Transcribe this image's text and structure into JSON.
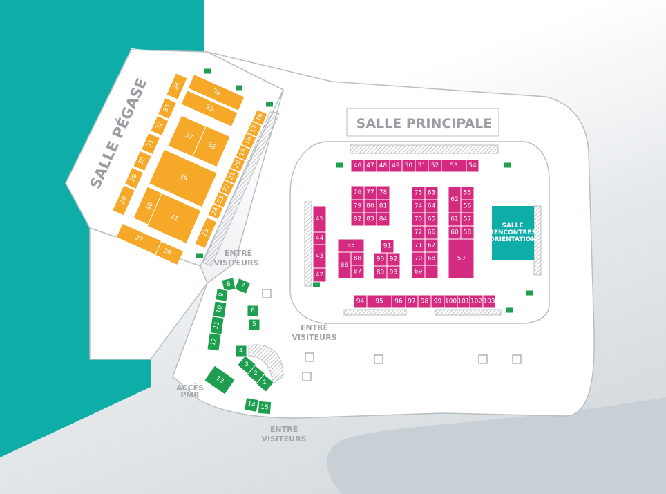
{
  "colors": {
    "teal": "#0fada8",
    "pegase_orange": "#f6a828",
    "principale_magenta": "#d42a80",
    "entrance_green": "#1e9e4f",
    "wall": "#b9bec2"
  },
  "halls": {
    "pegase": "SALLE PÉGASE",
    "principale": "SALLE PRINCIPALE",
    "rencontres": [
      "SALLE",
      "RENCONTRES",
      "ORIENTATION"
    ]
  },
  "entrances": {
    "entry_word": "ENTRÉ",
    "visitors_word": "VISITEURS",
    "pmr": [
      "ACCÈS",
      "PMR"
    ]
  },
  "stands": {
    "orange": [
      "16",
      "17",
      "18",
      "19",
      "20",
      "21",
      "22",
      "23",
      "24",
      "25",
      "26",
      "27",
      "28",
      "29",
      "30",
      "31",
      "32",
      "33",
      "34",
      "35",
      "36",
      "37",
      "38",
      "39",
      "40",
      "41"
    ],
    "magenta": [
      "42",
      "43",
      "44",
      "45",
      "46",
      "47",
      "48",
      "49",
      "50",
      "51",
      "52",
      "53",
      "54",
      "55",
      "56",
      "57",
      "58",
      "59",
      "60",
      "61",
      "62",
      "63",
      "64",
      "65",
      "66",
      "67",
      "68",
      "69",
      "",
      "70",
      "71",
      "72",
      "73",
      "74",
      "75",
      "76",
      "77",
      "78",
      "79",
      "80",
      "81",
      "82",
      "83",
      "84",
      "85",
      "86",
      "87",
      "88",
      "89",
      "90",
      "91",
      "92",
      "93",
      "94",
      "95",
      "96",
      "97",
      "98",
      "99",
      "100",
      "101",
      "102",
      "103"
    ],
    "green": [
      "1",
      "2",
      "3",
      "4",
      "5",
      "6",
      "7",
      "8",
      "9",
      "10",
      "11",
      "12",
      "13",
      "14",
      "15"
    ]
  },
  "icons": [
    "emergency-exit-icon",
    "restroom-icon",
    "stairs-icon"
  ]
}
